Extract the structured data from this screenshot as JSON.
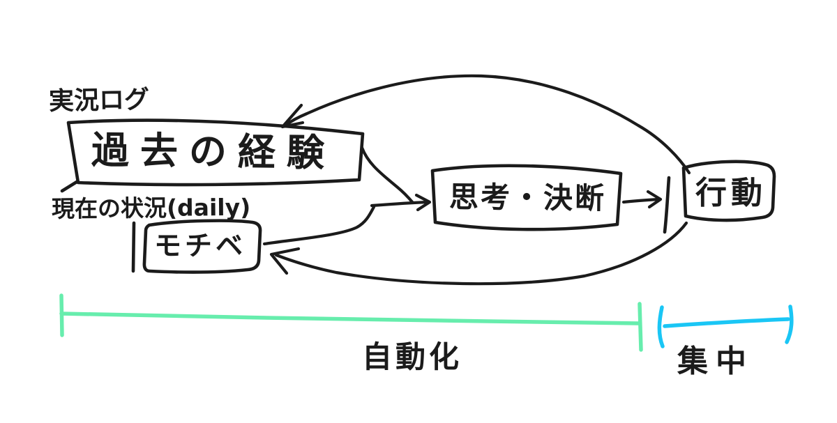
{
  "colors": {
    "background": "#ffffff",
    "ink": "#1b1b1b",
    "automation_bracket": "#67edad",
    "focus_bracket": "#1ac6f5"
  },
  "annotations": {
    "live_log": "実況ログ",
    "current_situation": "現在の状況(daily)"
  },
  "nodes": {
    "past_experience": "過去の経験",
    "motivation": "モチベ",
    "thinking_decision": "思考・決断",
    "action": "行動"
  },
  "phases": {
    "automation": "自動化",
    "focus": "集中"
  }
}
